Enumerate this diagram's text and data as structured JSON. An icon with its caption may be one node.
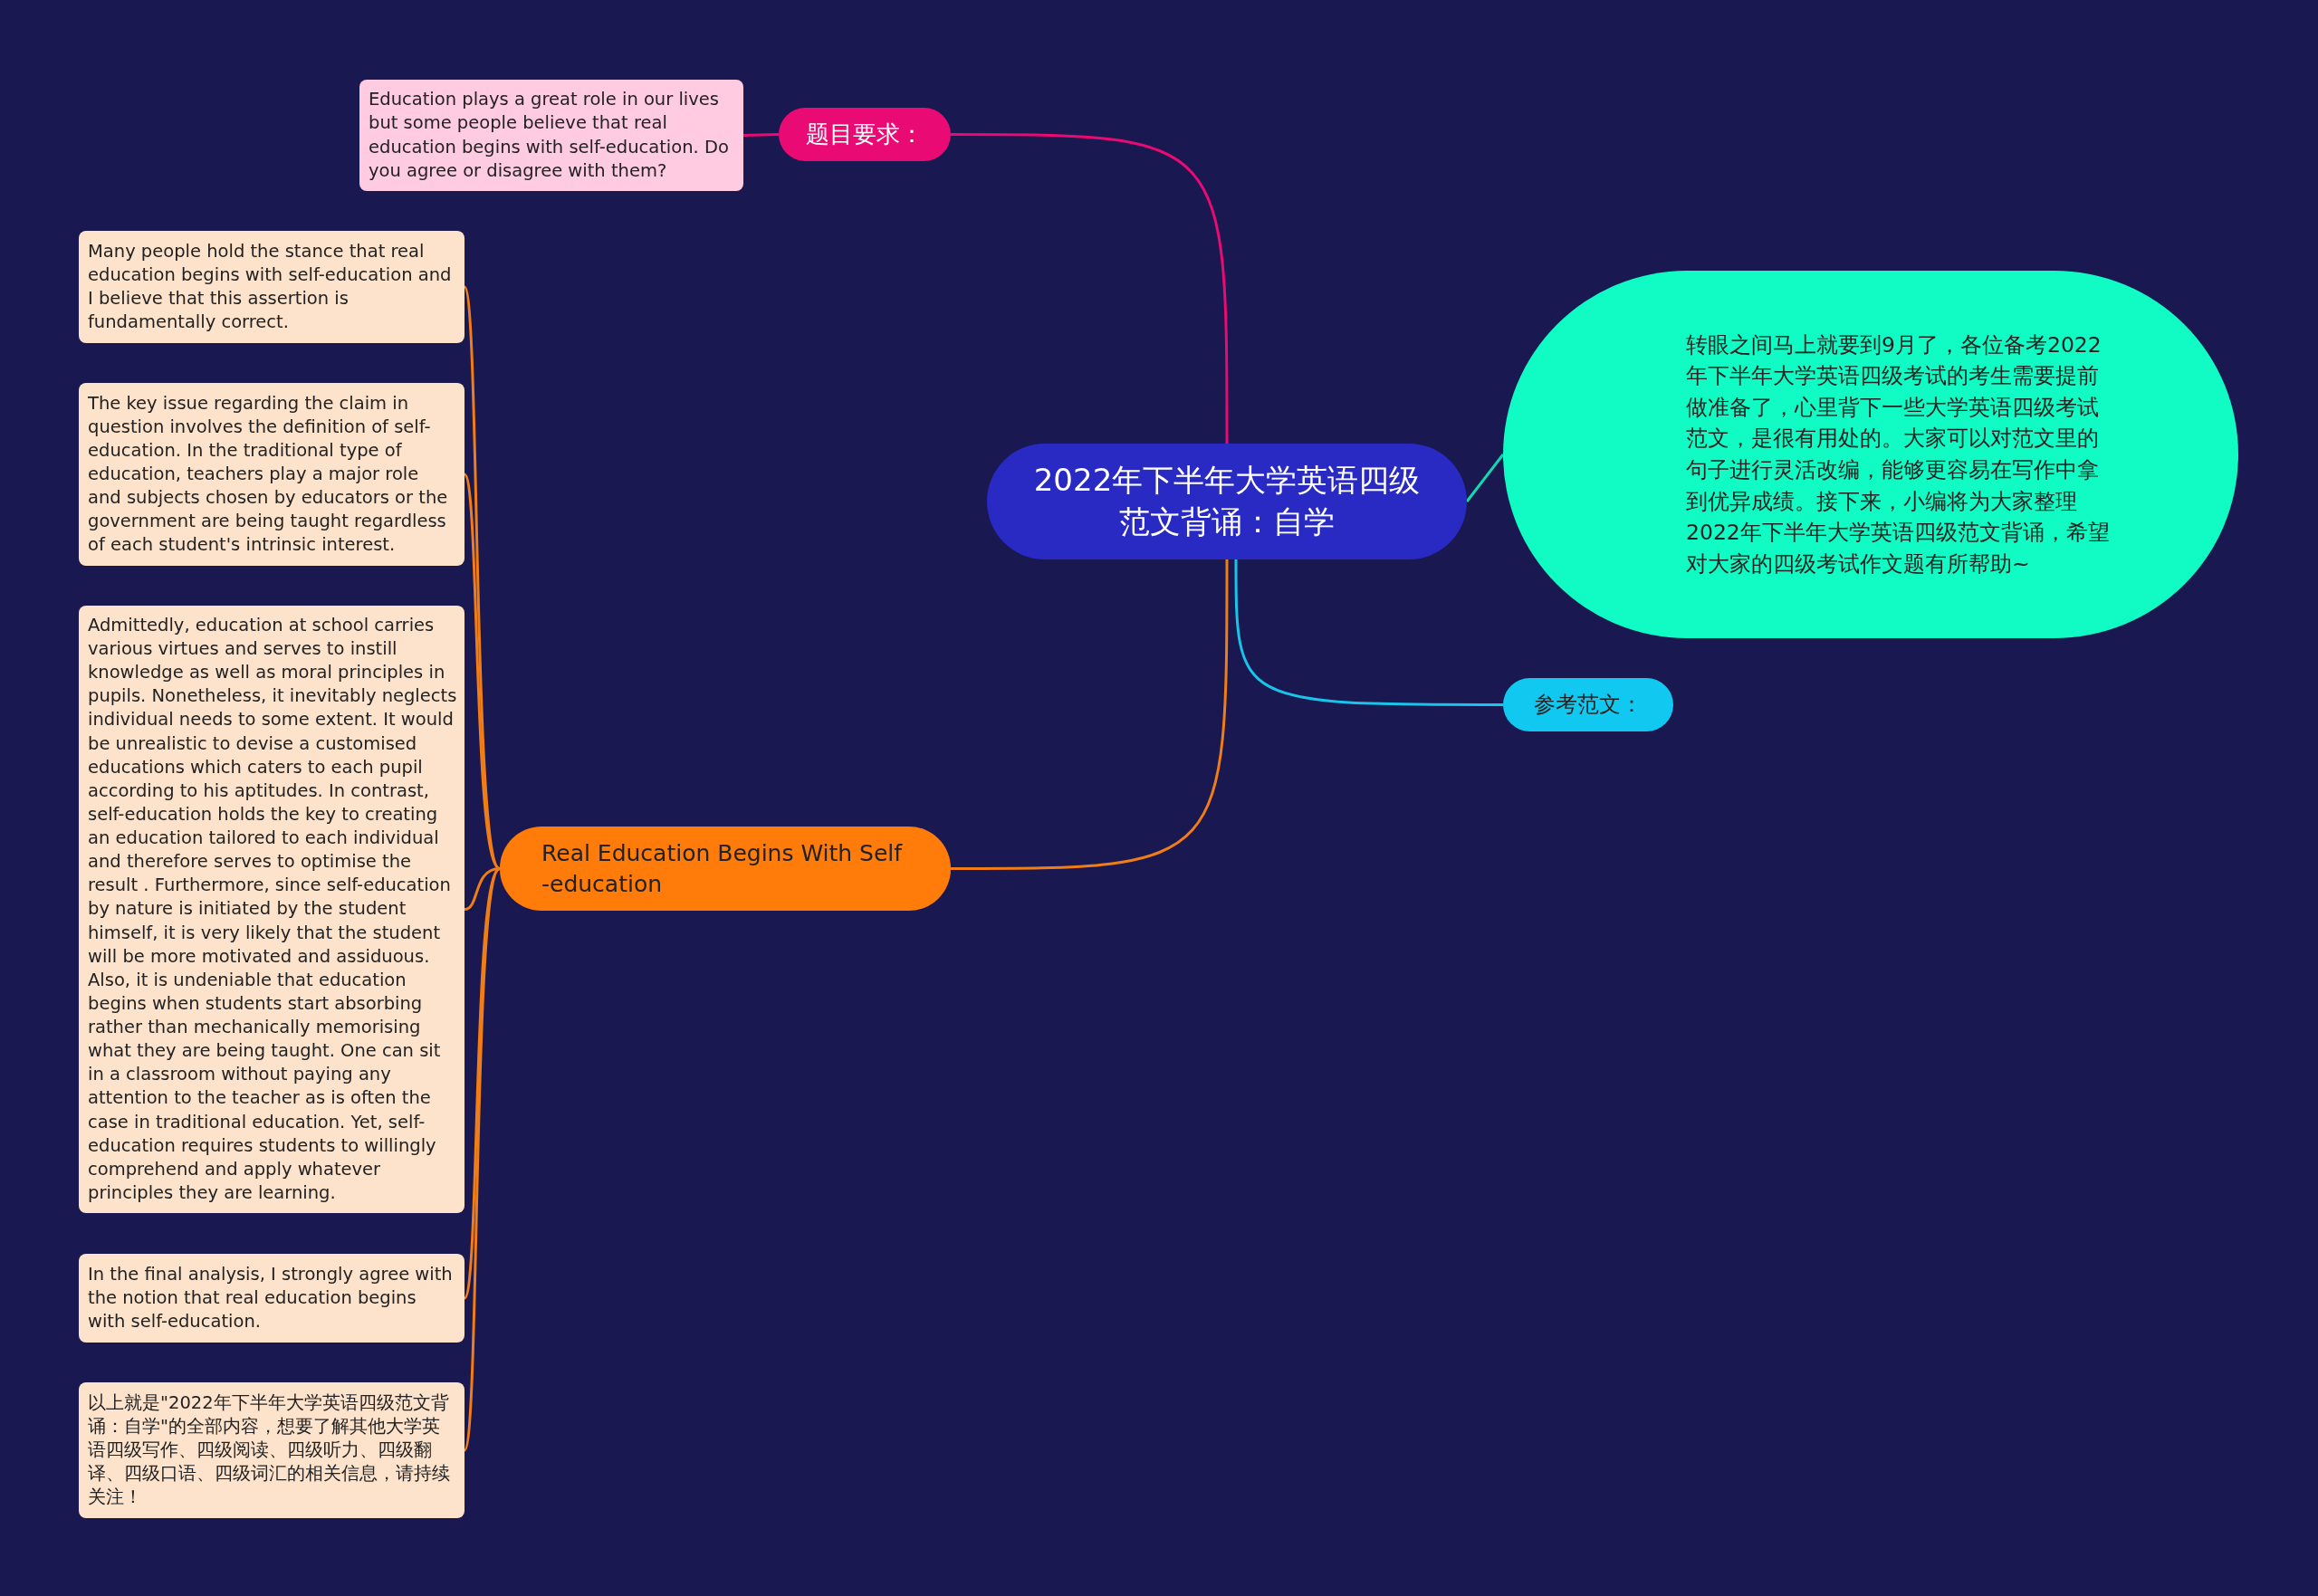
{
  "diagram": {
    "nodes": [
      {
        "text": [
          "2022年下半年大学英语四级范文背诵：自学"
        ]
      },
      {
        "text": [
          "题目要求："
        ]
      },
      {
        "text": [
          "Education plays a great role in our lives but some people believe that real education begins with self-education. Do you agree or disagree with them?"
        ]
      },
      {
        "text": [
          "转眼之间马上就要到9月了，各位备考2022年下半年大学英语四级考试的考生需要提前做准备了，心里背下一些大学英语四级考试范文，是很有用处的。大家可以对范文里的句子进行灵活改编，能够更容易在写作中拿到优异成绩。接下来，小编将为大家整理2022年下半年大学英语四级范文背诵，希望对大家的四级考试作文题有所帮助~"
        ]
      },
      {
        "text": [
          "参考范文："
        ]
      },
      {
        "text": [
          "Real Education Begins With Self -education"
        ]
      },
      {
        "text": [
          "Many people hold the stance that real education begins with self-education and  I believe that this assertion is fundamentally correct."
        ]
      },
      {
        "text": [
          "The key issue regarding the claim in question involves the definition of self-education. In the traditional type of education, teachers play a major role and  subjects chosen by educators or the government are being taught regardless of each student's intrinsic interest."
        ]
      },
      {
        "text": [
          "Admittedly, education at school carries various virtues and serves to instill knowledge as well as moral principles in pupils. Nonetheless, it inevitably neglects  individual needs to some extent. It would be unrealistic to devise a customised educations which caters to each pupil according to his aptitudes. In contrast, self-education holds the key to creating an education tailored to each individual and therefore serves to optimise the result . Furthermore, since self-education by nature is initiated by the student himself, it is very likely that the student will be more motivated and assiduous. Also, it is undeniable that education begins when students start absorbing rather than mechanically memorising what they are being taught. One can sit in a classroom without paying any attention to the teacher as is often the case in traditional education. Yet, self-education requires students to willingly comprehend and apply whatever  principles they are learning."
        ]
      },
      {
        "text": [
          "In the final analysis, I strongly agree with the notion that real education begins with self-education."
        ]
      },
      {
        "text": [
          "以上就是\"2022年下半年大学英语四级范文背诵：自学\"的全部内容，想要了解其他大学英语四级写作、四级阅读、四级听力、四级翻译、四级口语、四级词汇的相关信息，请持续关注！"
        ]
      }
    ],
    "edges": [
      {
        "from": 0,
        "to": 1,
        "arrow": "none",
        "color": "#ea0a73"
      },
      {
        "from": 1,
        "to": 2,
        "arrow": "none",
        "color": "#ea0a73"
      },
      {
        "from": 0,
        "to": 3,
        "arrow": "none",
        "color": "#11d8b0"
      },
      {
        "from": 0,
        "to": 4,
        "arrow": "none",
        "color": "#19c4ea"
      },
      {
        "from": 0,
        "to": 5,
        "arrow": "none"
      },
      {
        "from": 5,
        "to": 6,
        "arrow": "none"
      },
      {
        "from": 5,
        "to": 7,
        "arrow": "none"
      },
      {
        "from": 5,
        "to": 8,
        "arrow": "none"
      },
      {
        "from": 5,
        "to": 9,
        "arrow": "none"
      },
      {
        "from": 5,
        "to": 10,
        "arrow": "none"
      }
    ]
  }
}
